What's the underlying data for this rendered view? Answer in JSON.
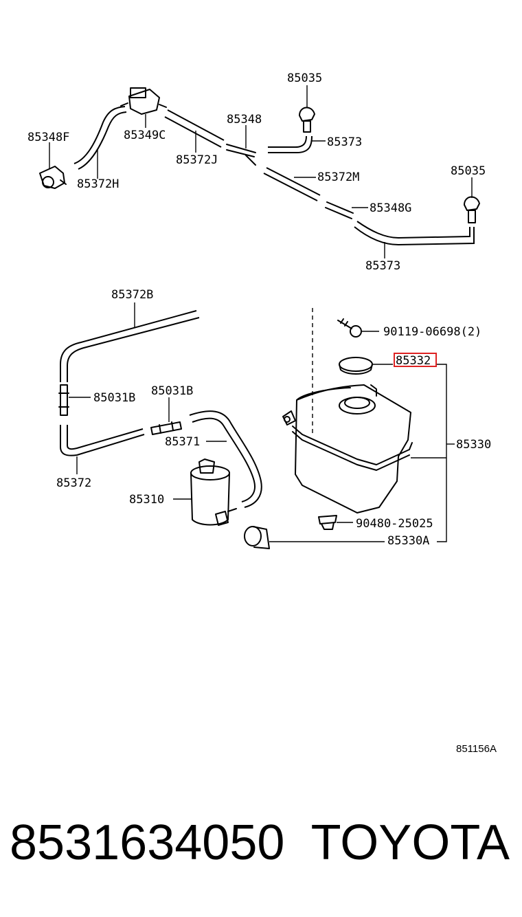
{
  "diagram": {
    "labels": {
      "p85035_top": "85035",
      "p85348": "85348",
      "p85348F": "85348F",
      "p85349C": "85349C",
      "p85373_top": "85373",
      "p85372J": "85372J",
      "p85372H": "85372H",
      "p85372M": "85372M",
      "p85035_right": "85035",
      "p85348G": "85348G",
      "p85373_bottom": "85373",
      "p85372B": "85372B",
      "p90119": "90119-06698(2)",
      "p85332": "85332",
      "p85031B_left": "85031B",
      "p85031B_right": "85031B",
      "p85330": "85330",
      "p85371": "85371",
      "p85372": "85372",
      "p85310": "85310",
      "p90480": "90480-25025",
      "p85330A": "85330A"
    },
    "reference": "851156A",
    "highlight_color": "#dd2222"
  },
  "footer": {
    "part_number": "8531634050",
    "brand": "TOYOTA"
  }
}
